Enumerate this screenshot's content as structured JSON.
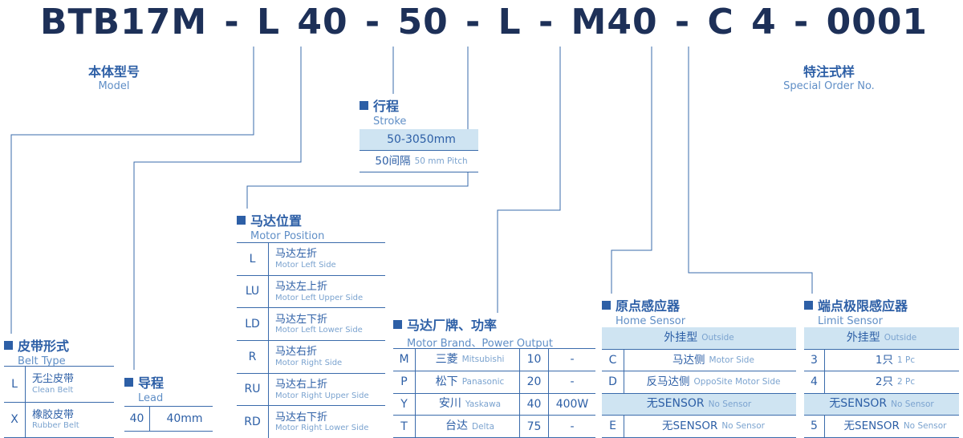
{
  "title": {
    "text": "BTB17M - L 40 - 50 - L - M40 - C 4 - 0001"
  },
  "model": {
    "cn": "本体型号",
    "en": "Model"
  },
  "special_order": {
    "cn": "特注式样",
    "en": "Special Order No."
  },
  "belt_type": {
    "cn": "皮带形式",
    "en": "Belt Type",
    "rows": [
      {
        "code": "L",
        "cn": "无尘皮带",
        "en": "Clean Belt"
      },
      {
        "code": "X",
        "cn": "橡胶皮带",
        "en": "Rubber Belt"
      }
    ]
  },
  "lead": {
    "cn": "导程",
    "en": "Lead",
    "code": "40",
    "value": "40mm"
  },
  "stroke": {
    "cn": "行程",
    "en": "Stroke",
    "range": "50-3050mm",
    "pitch_cn": "50间隔",
    "pitch_en": "50 mm Pitch"
  },
  "motor_position": {
    "cn": "马达位置",
    "en": "Motor Position",
    "rows": [
      {
        "code": "L",
        "cn": "马达左折",
        "en": "Motor Left Side"
      },
      {
        "code": "LU",
        "cn": "马达左上折",
        "en": "Motor Left Upper Side"
      },
      {
        "code": "LD",
        "cn": "马达左下折",
        "en": "Motor Left Lower Side"
      },
      {
        "code": "R",
        "cn": "马达右折",
        "en": "Motor Right Side"
      },
      {
        "code": "RU",
        "cn": "马达右上折",
        "en": "Motor Right Upper Side"
      },
      {
        "code": "RD",
        "cn": "马达右下折",
        "en": "Motor Right Lower Side"
      }
    ]
  },
  "motor_brand": {
    "cn": "马达厂牌、功率",
    "en": "Motor Brand、Power Output",
    "rows": [
      {
        "code": "M",
        "brand_cn": "三菱",
        "brand_en": "Mitsubishi",
        "power": "10",
        "output": "-"
      },
      {
        "code": "P",
        "brand_cn": "松下",
        "brand_en": "Panasonic",
        "power": "20",
        "output": "-"
      },
      {
        "code": "Y",
        "brand_cn": "安川",
        "brand_en": "Yaskawa",
        "power": "40",
        "output": "400W"
      },
      {
        "code": "T",
        "brand_cn": "台达",
        "brand_en": "Delta",
        "power": "75",
        "output": "-"
      }
    ]
  },
  "home_sensor": {
    "cn": "原点感应器",
    "en": "Home Sensor",
    "group1_cn": "外挂型",
    "group1_en": "Outside",
    "rows1": [
      {
        "code": "C",
        "cn": "马达侧",
        "en": "Motor Side"
      },
      {
        "code": "D",
        "cn": "反马达侧",
        "en": "OppoSite Motor Side"
      }
    ],
    "group2_cn": "无SENSOR",
    "group2_en": "No Sensor",
    "rows2": [
      {
        "code": "E",
        "cn": "无SENSOR",
        "en": "No Sensor"
      }
    ]
  },
  "limit_sensor": {
    "cn": "端点极限感应器",
    "en": "Limit Sensor",
    "group1_cn": "外挂型",
    "group1_en": "Outside",
    "rows1": [
      {
        "code": "3",
        "cn": "1只",
        "en": "1 Pc"
      },
      {
        "code": "4",
        "cn": "2只",
        "en": "2 Pc"
      }
    ],
    "group2_cn": "无SENSOR",
    "group2_en": "No Sensor",
    "rows2": [
      {
        "code": "5",
        "cn": "无SENSOR",
        "en": "No Sensor"
      }
    ]
  }
}
